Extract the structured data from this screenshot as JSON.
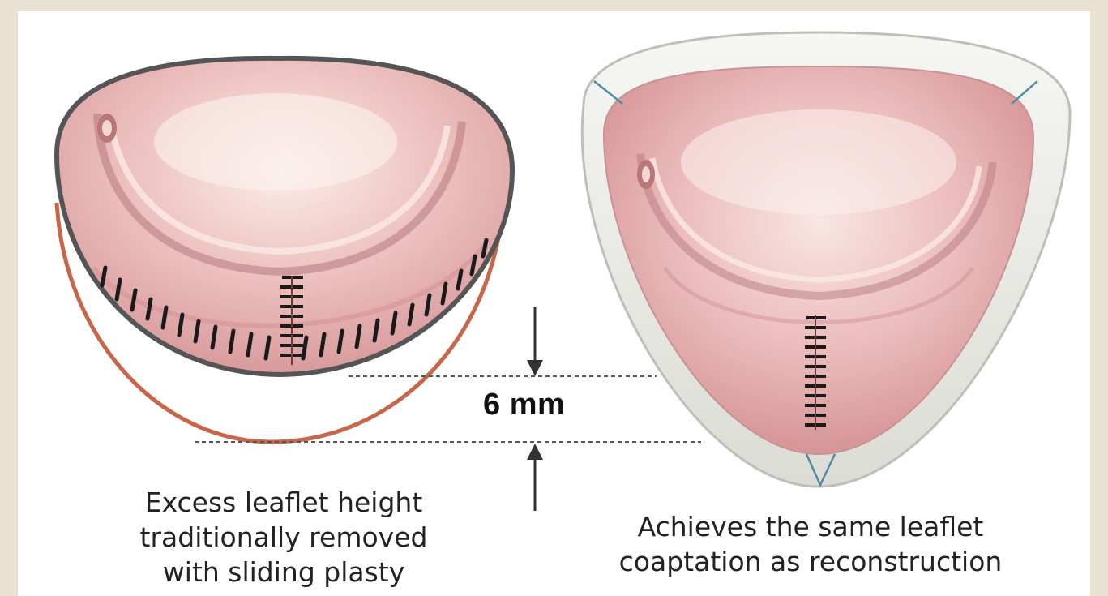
{
  "measurement": {
    "label": "6 mm"
  },
  "left_panel": {
    "caption_lines": [
      "Excess leaflet height",
      "traditionally removed",
      "with sliding plasty"
    ]
  },
  "right_panel": {
    "caption_lines": [
      "Achieves the same leaflet",
      "coaptation as reconstruction"
    ]
  },
  "colors": {
    "tissue": "#eab8b8",
    "tissue_highlight": "#f7e4df",
    "suture": "#1a1a1a",
    "removed_outline": "#c8664a",
    "ring": "#ededea"
  }
}
